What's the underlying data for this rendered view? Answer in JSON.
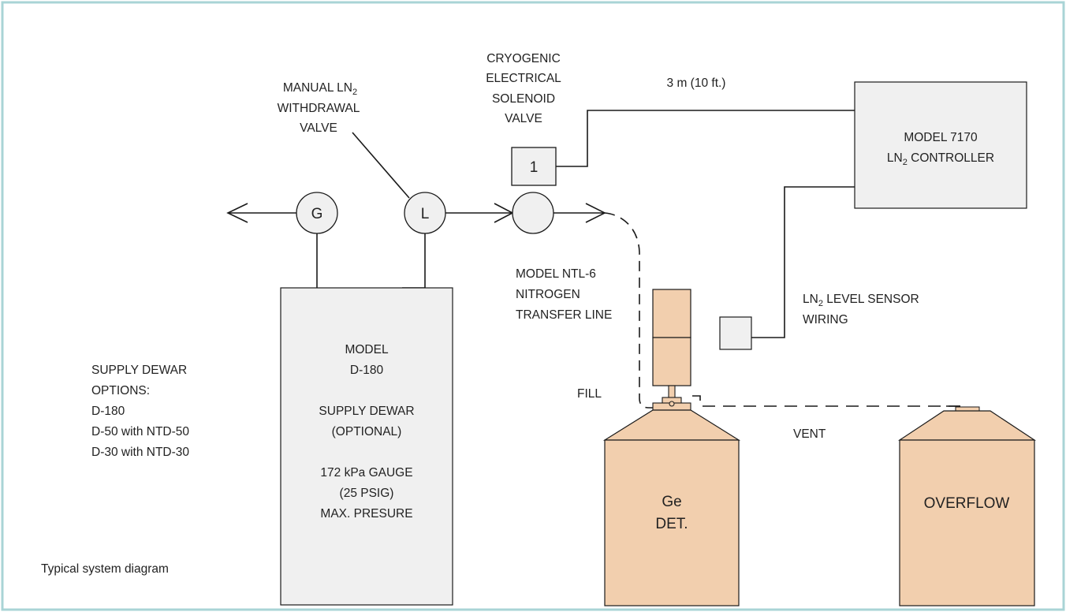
{
  "labels": {
    "manual_valve": {
      "line1_text": "MANUAL LN",
      "line1_sub": "2",
      "line2": "WITHDRAWAL",
      "line3": "VALVE"
    },
    "solenoid": {
      "line1": "CRYOGENIC",
      "line2": "ELECTRICAL",
      "line3": "SOLENOID",
      "line4": "VALVE"
    },
    "cable_length": "3 m (10 ft.)",
    "controller": {
      "line1": "MODEL 7170",
      "line2_text": "LN",
      "line2_sub": "2",
      "line2_tail": " CONTROLLER"
    },
    "transfer_line": {
      "line1": "MODEL NTL-6",
      "line2": "NITROGEN",
      "line3": "TRANSFER LINE"
    },
    "level_sensor": {
      "line1_text": "LN",
      "line1_sub": "2",
      "line1_tail": " LEVEL SENSOR",
      "line2": "WIRING"
    },
    "supply_options": {
      "line1": "SUPPLY DEWAR",
      "line2": "OPTIONS:",
      "line3": "D-180",
      "line4": "D-50 with NTD-50",
      "line5": "D-30 with NTD-30"
    },
    "dewar": {
      "line1": "MODEL",
      "line2": "D-180",
      "line3": "SUPPLY DEWAR",
      "line4": "(OPTIONAL)",
      "line5": "172 kPa GAUGE",
      "line6": "(25 PSIG)",
      "line7": "MAX. PRESURE"
    },
    "fill": "FILL",
    "vent": "VENT",
    "detector": {
      "line1": "Ge",
      "line2": "DET."
    },
    "overflow": "OVERFLOW",
    "caption": "Typical system diagram"
  },
  "symbols": {
    "gauge": "G",
    "manual_valve": "L",
    "solenoid_box": "1"
  },
  "colors": {
    "frame": "#a9d4d6",
    "tank_fill": "#f2cfae",
    "box_fill": "#f0f0f0",
    "line": "#1a1a1a"
  }
}
